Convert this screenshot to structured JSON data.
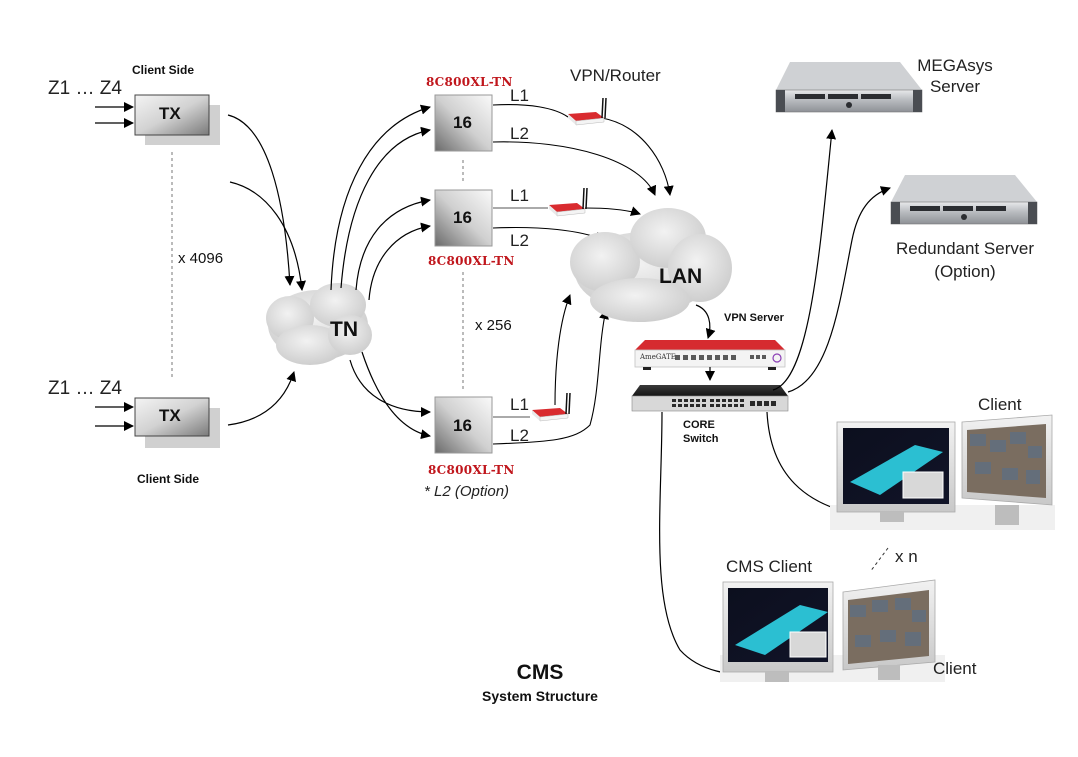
{
  "diagram": {
    "title": "CMS",
    "subtitle": "System Structure",
    "client_side_top": {
      "zones_label": "Z1 … Z4",
      "side_label": "Client Side",
      "device_label": "TX"
    },
    "client_side_bottom": {
      "zones_label": "Z1 … Z4",
      "side_label": "Client Side",
      "device_label": "TX"
    },
    "tx_multiplier": "x 4096",
    "tn_cloud_label": "TN",
    "nodes": [
      {
        "model": "8C800XL-TN",
        "label": "16",
        "link1": "L1",
        "link2": "L2"
      },
      {
        "model": "8C800XL-TN",
        "label": "16",
        "link1": "L1",
        "link2": "L2"
      },
      {
        "model": "8C800XL-TN",
        "label": "16",
        "link1": "L1",
        "link2": "L2"
      }
    ],
    "node_multiplier": "x 256",
    "l2_note": "* L2 (Option)",
    "vpn_router_label": "VPN/Router",
    "lan_cloud_label": "LAN",
    "vpn_server_label": "VPN Server",
    "vpn_server_brand": "AmeGATE",
    "core_switch_label_1": "CORE",
    "core_switch_label_2": "Switch",
    "megasys_server_label_1": "MEGAsys",
    "megasys_server_label_2": "Server",
    "redundant_server_label_1": "Redundant Server",
    "redundant_server_label_2": "(Option)",
    "client_top_label": "Client",
    "client_multiplier": "x n",
    "cms_client_label": "CMS Client",
    "client_bottom_label": "Client",
    "colors": {
      "model_red": "#c0161c",
      "router_red": "#d92b2f",
      "cloud_gray": "#d9d9d9",
      "lcd_cyan": "#2fd3e6"
    }
  }
}
